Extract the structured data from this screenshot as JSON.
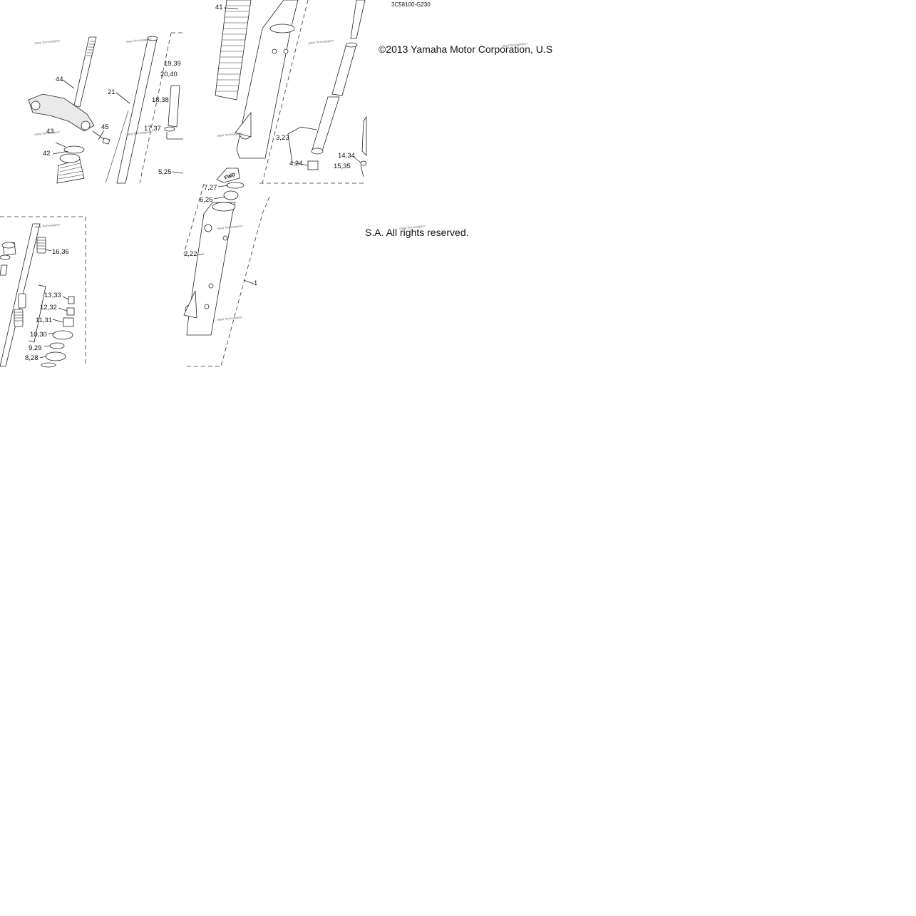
{
  "diagram": {
    "code": "3C58100-G230",
    "copyright_part1": "©2013 Yamaha Motor Corporation, U.S",
    "copyright_part2": "S.A. All rights reserved.",
    "watermark": "<Best Technologies>",
    "fwd_label": "FWD",
    "labels": {
      "l41": "41",
      "l44": "44",
      "l21": "21",
      "l45": "45",
      "l43": "43",
      "l42": "42",
      "l19_39": "19,39",
      "l20_40": "20,40",
      "l18_38": "18,38",
      "l17_37": "17,37",
      "l5_25": "5,25",
      "l7_27": "7,27",
      "l6_26": "6,26",
      "l2_22": "2,22",
      "l1": "1",
      "l3_23": "3,23",
      "l4_24": "4,24",
      "l14_34": "14,34",
      "l15_35": "15,35",
      "l16_36": "16,36",
      "l13_33": "13,33",
      "l12_32": "12,32",
      "l11_31": "11,31",
      "l10_30": "10,30",
      "l9_29": "9,29",
      "l8_28": "8,28"
    }
  }
}
